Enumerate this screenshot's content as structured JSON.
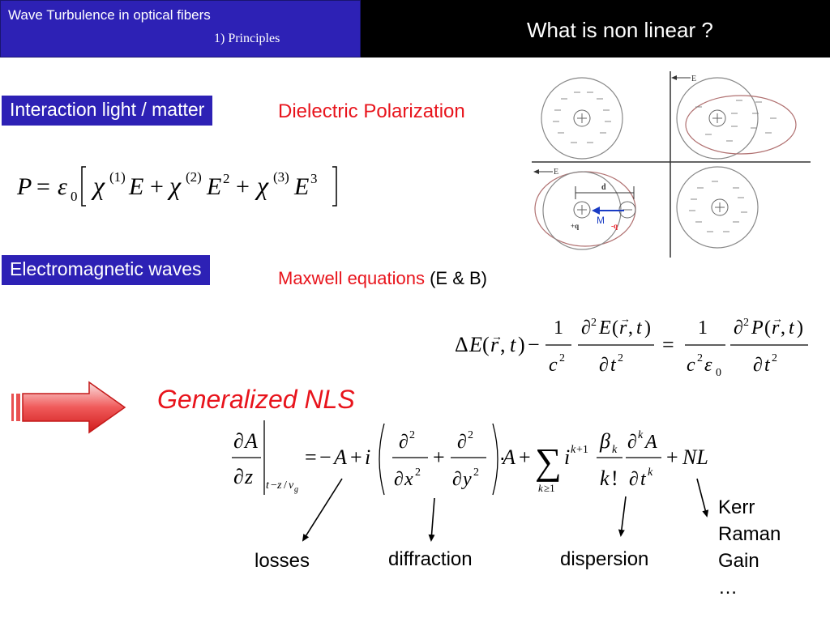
{
  "header": {
    "title": "Wave Turbulence in optical fibers",
    "subtitle": "1) Principles",
    "slide_title": "What is non linear ?"
  },
  "sections": {
    "interaction_label": "Interaction light / matter",
    "dielectric": "Dielectric Polarization",
    "em_label": "Electromagnetic waves",
    "maxwell": "Maxwell equations",
    "maxwell_eb": "(E & B)",
    "gnls": "Generalized NLS"
  },
  "diagram": {
    "field_label": "E",
    "distance_label": "d",
    "moment_label": "M",
    "charge_pos": "+q",
    "charge_neg": "-q"
  },
  "terms": {
    "losses": "losses",
    "diffraction": "diffraction",
    "dispersion": "dispersion",
    "nonlinear": [
      "Kerr",
      "Raman",
      "Gain",
      "…"
    ]
  },
  "colors": {
    "header_blue": "#2d21b5",
    "accent_red": "#e8141c",
    "ellipse_red": "#b07070"
  }
}
